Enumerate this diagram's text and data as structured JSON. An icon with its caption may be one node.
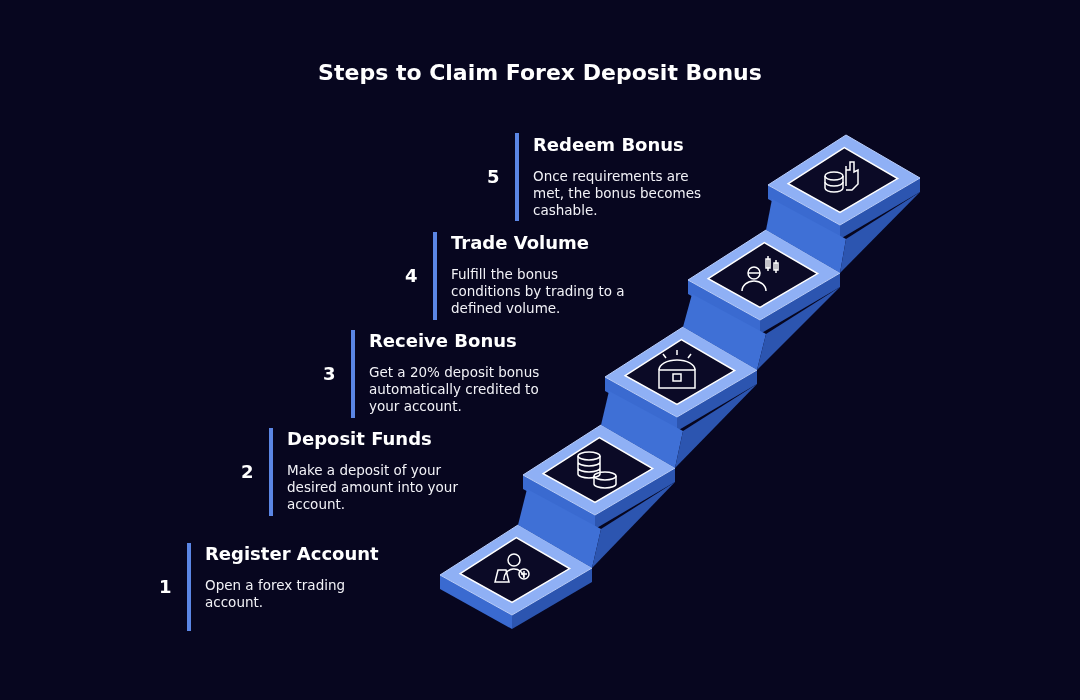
{
  "diagram": {
    "title": "Steps to Claim Forex Deposit Bonus",
    "labels": [
      "5",
      "Redeem Bonus",
      "Once requirements are met, the bonus becomes cashable.",
      "4",
      "Trade Volume",
      "Fulfill the bonus conditions by trading to a defined volume.",
      "3",
      "Receive Bonus",
      "Get a 20% deposit bonus automatically credited to your account.",
      "2",
      "Deposit Funds",
      "Make a deposit of your desired amount into your account.",
      "1",
      "Register Account",
      "Open a forex trading account."
    ]
  }
}
